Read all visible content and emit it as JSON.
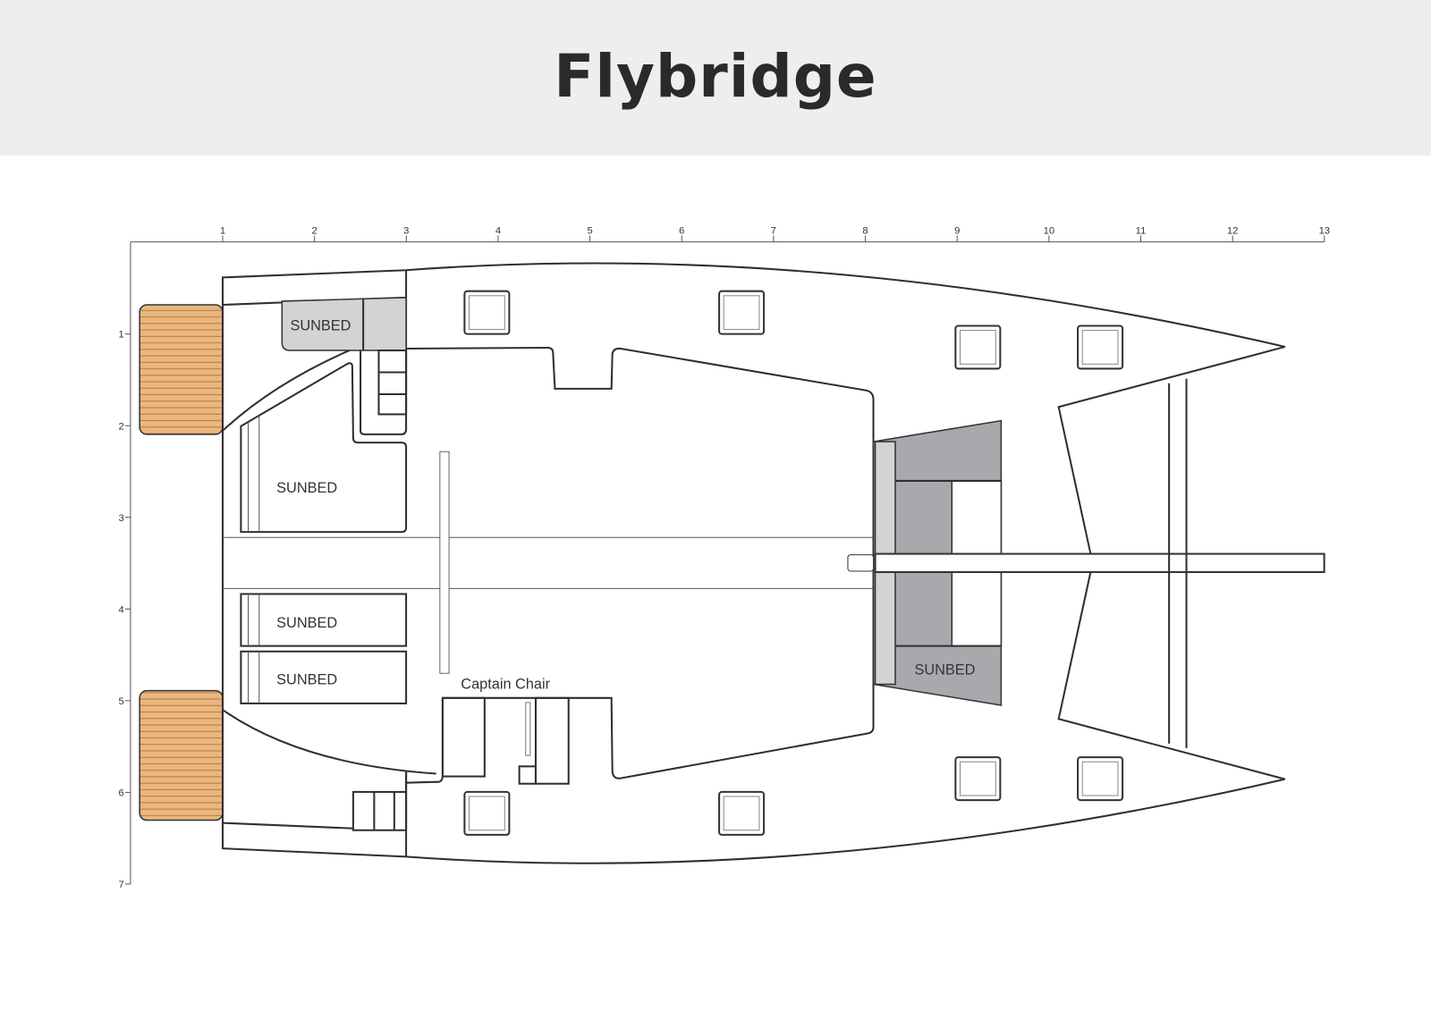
{
  "header": {
    "title": "Flybridge"
  },
  "ruler": {
    "x_ticks": [
      "1",
      "2",
      "3",
      "4",
      "5",
      "6",
      "7",
      "8",
      "9",
      "10",
      "11",
      "12",
      "13"
    ],
    "y_ticks": [
      "1",
      "2",
      "3",
      "4",
      "5",
      "6",
      "7"
    ]
  },
  "labels": {
    "sunbed_aft_top": "SUNBED",
    "sunbed_aft_large": "SUNBED",
    "sunbed_aft_mid": "SUNBED",
    "sunbed_aft_low": "SUNBED",
    "sunbed_forward": "SUNBED",
    "captain_chair": "Captain Chair"
  },
  "colors": {
    "teak": "#e8b47a",
    "cushion_dark": "#a7a9ac",
    "cushion_light": "#d1d3d4",
    "header_bg": "#eeeeef"
  }
}
